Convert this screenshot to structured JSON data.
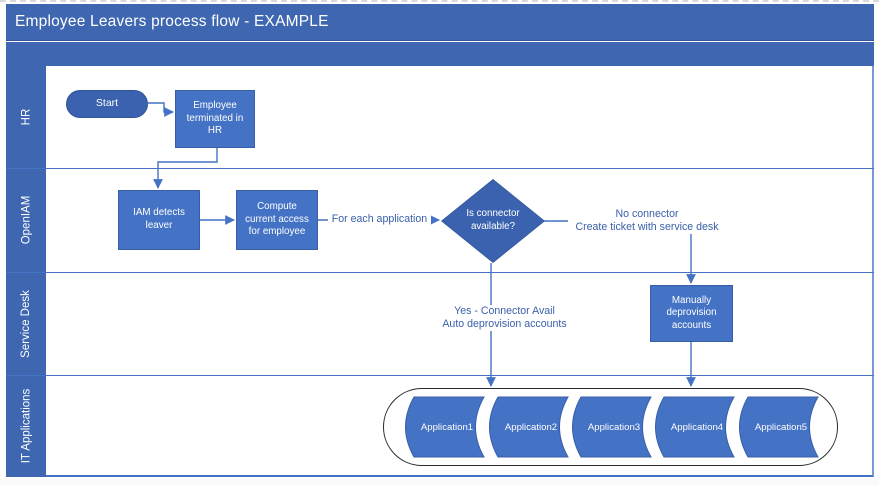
{
  "title": "Employee Leavers process flow - EXAMPLE",
  "colors": {
    "header_blue": "#3e66b1",
    "shape_fill_blue": "#4472c4",
    "dark_shape_blue": "#3a62ae",
    "shape_border_blue": "#2f5597",
    "connector_blue": "#4472c4",
    "label_text_blue": "#3a5fa8",
    "container_outline": "#262b33",
    "text_white": "#ffffff"
  },
  "lanes": [
    {
      "label": "HR"
    },
    {
      "label": "OpenIAM"
    },
    {
      "label": "Service Desk"
    },
    {
      "label": "IT Applications"
    }
  ],
  "nodes": {
    "start": "Start",
    "employee_terminated": "Employee terminated in HR",
    "iam_detects": "IAM detects leaver",
    "compute_access": "Compute current access for employee",
    "connector_available": "Is connector available?",
    "manually_deprovision": "Manually deprovision accounts"
  },
  "connector_labels": {
    "for_each_application": "For each application",
    "no_connector_line1": "No connector",
    "no_connector_line2": "Create ticket with service desk",
    "yes_line1": "Yes - Connector Avail",
    "yes_line2": "Auto deprovision accounts"
  },
  "applications": [
    {
      "label": "Application1"
    },
    {
      "label": "Application2"
    },
    {
      "label": "Application3"
    },
    {
      "label": "Application4"
    },
    {
      "label": "Application5"
    }
  ]
}
